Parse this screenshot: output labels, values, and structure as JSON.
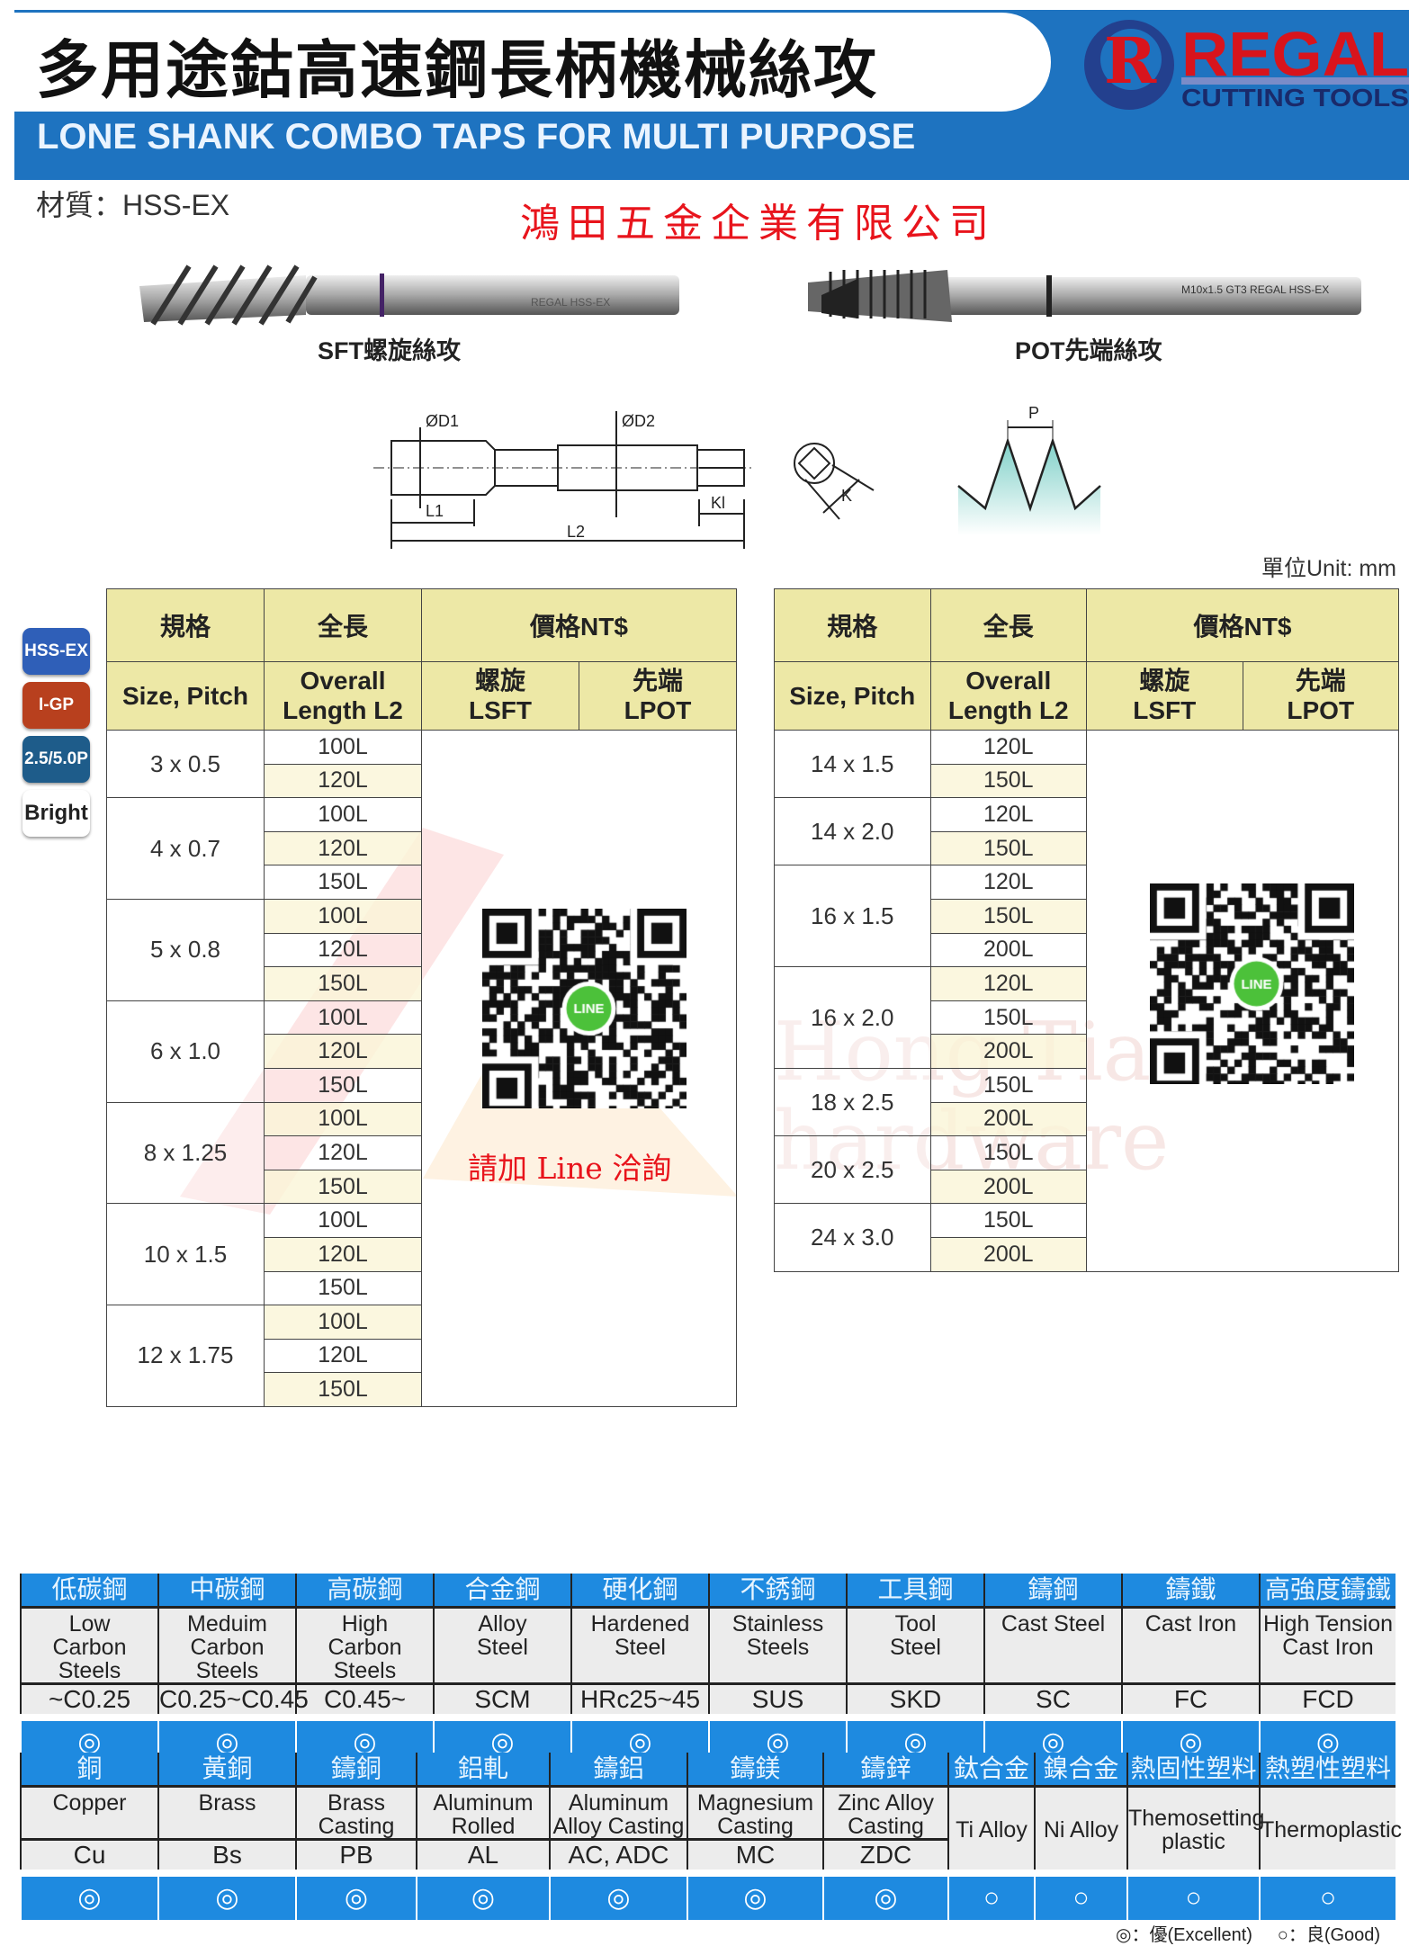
{
  "header": {
    "title": "多用途鈷高速鋼長柄機械絲攻",
    "subtitle": "LONE SHANK COMBO TAPS FOR MULTI PURPOSE",
    "logo_text": "REGAL",
    "logo_sub": "CUTTING TOOLS",
    "logo_mark": "R"
  },
  "material": "材質：HSS-EX",
  "company": "鴻田五金企業有限公司",
  "products": [
    {
      "label": "SFT螺旋絲攻",
      "engraving": "REGAL HSS-EX"
    },
    {
      "label": "POT先端絲攻",
      "engraving": "M10x1.5 GT3 REGAL HSS-EX"
    }
  ],
  "diagram": {
    "d1": "ØD1",
    "d2": "ØD2",
    "l1": "L1",
    "l2": "L2",
    "kl": "Kl",
    "k": "K",
    "p": "P"
  },
  "unit": "單位Unit: mm",
  "badges": [
    {
      "label": "HSS-EX",
      "color": "#2f5fb8"
    },
    {
      "label": "I-GP",
      "color": "#b8401e"
    },
    {
      "label": "2.5/5.0P",
      "color": "#1e5c8a"
    },
    {
      "label": "Bright",
      "color": "#ffffff"
    }
  ],
  "table_headers": {
    "spec_zh": "規格",
    "length_zh": "全長",
    "price": "價格NT$",
    "spec_en": "Size, Pitch",
    "length_en1": "Overall",
    "length_en2": "Length  L2",
    "lsft_zh": "螺旋",
    "lsft": "LSFT",
    "lpot_zh": "先端",
    "lpot": "LPOT"
  },
  "left_table": [
    {
      "size": "3 x 0.5",
      "lengths": [
        "100L",
        "120L"
      ]
    },
    {
      "size": "4 x 0.7",
      "lengths": [
        "100L",
        "120L",
        "150L"
      ]
    },
    {
      "size": "5 x 0.8",
      "lengths": [
        "100L",
        "120L",
        "150L"
      ]
    },
    {
      "size": "6 x 1.0",
      "lengths": [
        "100L",
        "120L",
        "150L"
      ]
    },
    {
      "size": "8 x 1.25",
      "lengths": [
        "100L",
        "120L",
        "150L"
      ]
    },
    {
      "size": "10 x 1.5",
      "lengths": [
        "100L",
        "120L",
        "150L"
      ]
    },
    {
      "size": "12 x 1.75",
      "lengths": [
        "100L",
        "120L",
        "150L"
      ]
    }
  ],
  "right_table": [
    {
      "size": "14 x 1.5",
      "lengths": [
        "120L",
        "150L"
      ]
    },
    {
      "size": "14 x 2.0",
      "lengths": [
        "120L",
        "150L"
      ]
    },
    {
      "size": "16 x 1.5",
      "lengths": [
        "120L",
        "150L",
        "200L"
      ]
    },
    {
      "size": "16 x 2.0",
      "lengths": [
        "120L",
        "150L",
        "200L"
      ]
    },
    {
      "size": "18 x 2.5",
      "lengths": [
        "150L",
        "200L"
      ]
    },
    {
      "size": "20 x 2.5",
      "lengths": [
        "150L",
        "200L"
      ]
    },
    {
      "size": "24 x 3.0",
      "lengths": [
        "150L",
        "200L"
      ]
    }
  ],
  "qr_badge": "LINE",
  "line_text": "請加 Line 洽詢",
  "watermark": [
    "Hong Tian",
    "hardware"
  ],
  "materials_1": [
    {
      "zh": "低碳鋼",
      "en": [
        "Low",
        "Carbon Steels"
      ],
      "code": "~C0.25",
      "rating": "◎"
    },
    {
      "zh": "中碳鋼",
      "en": [
        "Meduim",
        "Carbon Steels"
      ],
      "code": "C0.25~C0.45",
      "rating": "◎"
    },
    {
      "zh": "高碳鋼",
      "en": [
        "High",
        "Carbon Steels"
      ],
      "code": "C0.45~",
      "rating": "◎"
    },
    {
      "zh": "合金鋼",
      "en": [
        "Alloy",
        "Steel"
      ],
      "code": "SCM",
      "rating": "◎"
    },
    {
      "zh": "硬化鋼",
      "en": [
        "Hardened",
        "Steel"
      ],
      "code": "HRc25~45",
      "rating": "◎"
    },
    {
      "zh": "不銹鋼",
      "en": [
        "Stainless",
        "Steels"
      ],
      "code": "SUS",
      "rating": "◎"
    },
    {
      "zh": "工具鋼",
      "en": [
        "Tool",
        "Steel"
      ],
      "code": "SKD",
      "rating": "◎"
    },
    {
      "zh": "鑄鋼",
      "en": [
        "Cast Steel"
      ],
      "code": "SC",
      "rating": "◎"
    },
    {
      "zh": "鑄鐵",
      "en": [
        "Cast Iron"
      ],
      "code": "FC",
      "rating": "◎"
    },
    {
      "zh": "高強度鑄鐵",
      "en": [
        "High Tension",
        "Cast Iron"
      ],
      "code": "FCD",
      "rating": "◎"
    }
  ],
  "materials_2": [
    {
      "zh": "銅",
      "en": [
        "Copper"
      ],
      "code": "Cu",
      "rating": "◎"
    },
    {
      "zh": "黃銅",
      "en": [
        "Brass"
      ],
      "code": "Bs",
      "rating": "◎"
    },
    {
      "zh": "鑄銅",
      "en": [
        "Brass",
        "Casting"
      ],
      "code": "PB",
      "rating": "◎"
    },
    {
      "zh": "鋁軋",
      "en": [
        "Aluminum",
        "Rolled"
      ],
      "code": "AL",
      "rating": "◎"
    },
    {
      "zh": "鑄鋁",
      "en": [
        "Aluminum",
        "Alloy Casting"
      ],
      "code": "AC, ADC",
      "rating": "◎"
    },
    {
      "zh": "鑄鎂",
      "en": [
        "Magnesium",
        "Casting"
      ],
      "code": "MC",
      "rating": "◎"
    },
    {
      "zh": "鑄鋅",
      "en": [
        "Zinc Alloy",
        "Casting"
      ],
      "code": "ZDC",
      "rating": "◎"
    },
    {
      "zh": "鈦合金",
      "en": [
        "Ti Alloy"
      ],
      "code": null,
      "rating": "○"
    },
    {
      "zh": "鎳合金",
      "en": [
        "Ni Alloy"
      ],
      "code": null,
      "rating": "○"
    },
    {
      "zh": "熱固性塑料",
      "en": [
        "Themosetting",
        "plastic"
      ],
      "code": null,
      "rating": "○"
    },
    {
      "zh": "熱塑性塑料",
      "en": [
        "Thermoplastic"
      ],
      "code": null,
      "rating": "○"
    }
  ],
  "legend": {
    "excellent": "◎：優(Excellent)",
    "good": "○：良(Good)"
  }
}
